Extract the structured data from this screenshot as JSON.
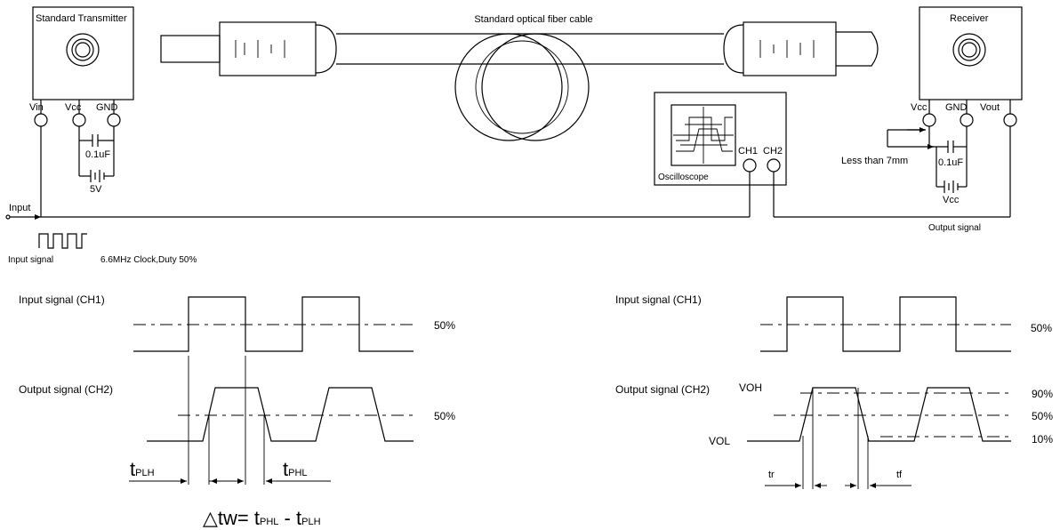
{
  "setup": {
    "transmitter": {
      "title": "Standard Transmitter",
      "pins": [
        "Vin",
        "Vcc",
        "GND"
      ],
      "capacitor": "0.1uF",
      "supply": "5V"
    },
    "cable_label": "Standard optical fiber cable",
    "receiver": {
      "title": "Receiver",
      "pins": [
        "Vcc",
        "GND",
        "Vout"
      ],
      "capacitor": "0.1uF",
      "supply": "Vcc",
      "distance_note": "Less than 7mm"
    },
    "oscilloscope": {
      "label": "Oscilloscope",
      "channels": [
        "CH1",
        "CH2"
      ]
    },
    "input_label": "Input",
    "input_signal_label": "Input signal",
    "clock_note": "6.6MHz Clock,Duty 50%",
    "output_signal_label": "Output signal"
  },
  "timing_left": {
    "input_label": "Input signal (CH1)",
    "output_label": "Output signal (CH2)",
    "input_50": "50%",
    "output_50": "50%",
    "tplh_main": "t",
    "tplh_sub": "PLH",
    "tphl_main": "t",
    "tphl_sub": "PHL",
    "formula": {
      "delta": "△",
      "tw": "tw= ",
      "t1": "t",
      "t1_sub": "PHL",
      "minus": " - ",
      "t2": "t",
      "t2_sub": "PLH"
    }
  },
  "timing_right": {
    "input_label": "Input signal (CH1)",
    "output_label": "Output signal (CH2)",
    "input_50": "50%",
    "voh": "VOH",
    "vol": "VOL",
    "p90": "90%",
    "p50": "50%",
    "p10": "10%",
    "tr": "tr",
    "tf": "tf"
  }
}
